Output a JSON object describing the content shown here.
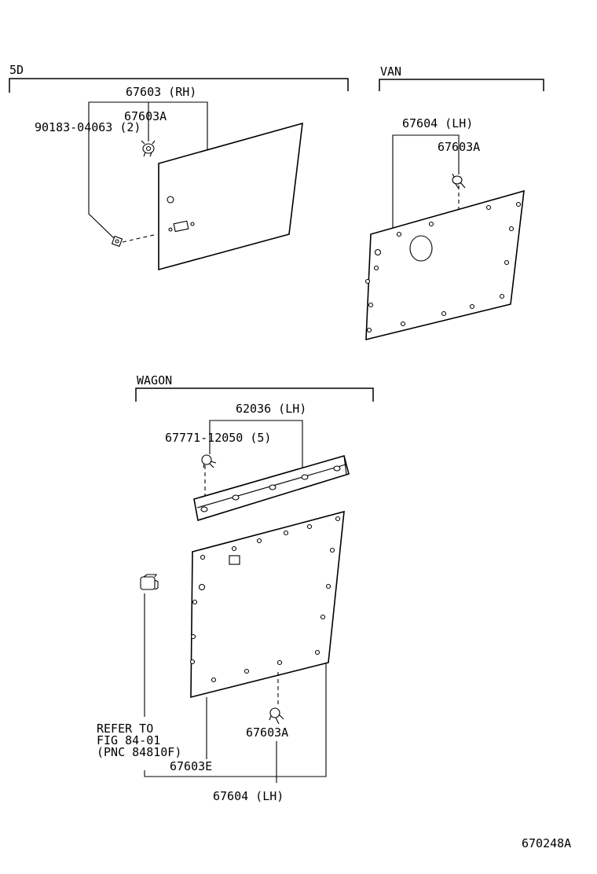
{
  "sections": {
    "five_door": {
      "title": "5D"
    },
    "van": {
      "title": "VAN"
    },
    "wagon": {
      "title": "WAGON"
    }
  },
  "labels": {
    "d5_trim_rh": "67603 (RH)",
    "d5_clip": "67603A",
    "d5_screw": "90183-04063 (2)",
    "van_trim_lh": "67604 (LH)",
    "van_clip": "67603A",
    "wagon_board_lh": "62036 (LH)",
    "wagon_clip_top": "67771-12050 (5)",
    "wagon_clip_bottom": "67603A",
    "wagon_refer_line1": "REFER TO",
    "wagon_refer_line2": "FIG 84-01",
    "wagon_refer_line3": "(PNC 84810F)",
    "wagon_part_e": "67603E",
    "wagon_trim_lh": "67604 (LH)"
  },
  "figure_code": "670248A",
  "icons": [
    "push-clip-icon",
    "screw-icon",
    "retainer-icon"
  ]
}
